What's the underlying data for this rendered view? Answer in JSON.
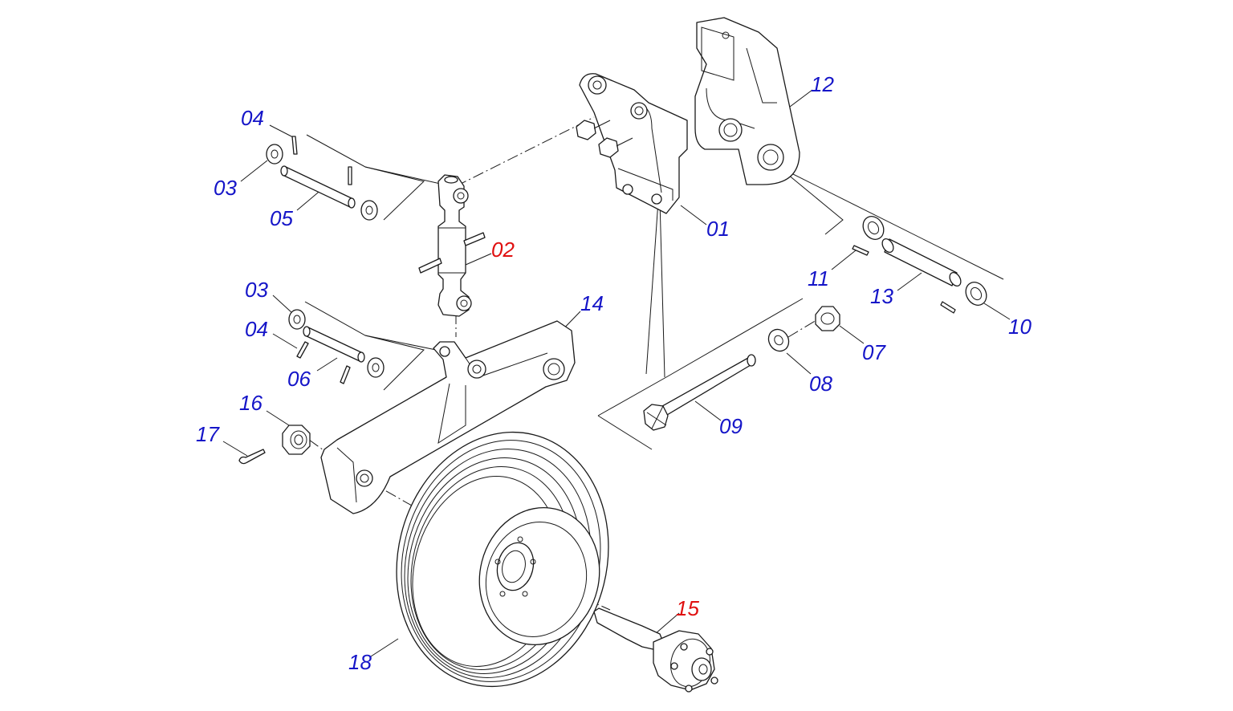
{
  "colors": {
    "normal_label": "#1515c8",
    "highlight_label": "#e01010",
    "line": "#1a1a1a"
  },
  "labels": [
    {
      "id": "04a",
      "text": "04",
      "highlight": false
    },
    {
      "id": "03a",
      "text": "03",
      "highlight": false
    },
    {
      "id": "05",
      "text": "05",
      "highlight": false
    },
    {
      "id": "02",
      "text": "02",
      "highlight": true
    },
    {
      "id": "03b",
      "text": "03",
      "highlight": false
    },
    {
      "id": "04b",
      "text": "04",
      "highlight": false
    },
    {
      "id": "06",
      "text": "06",
      "highlight": false
    },
    {
      "id": "14",
      "text": "14",
      "highlight": false
    },
    {
      "id": "16",
      "text": "16",
      "highlight": false
    },
    {
      "id": "17",
      "text": "17",
      "highlight": false
    },
    {
      "id": "18",
      "text": "18",
      "highlight": false
    },
    {
      "id": "15",
      "text": "15",
      "highlight": true
    },
    {
      "id": "01",
      "text": "01",
      "highlight": false
    },
    {
      "id": "12",
      "text": "12",
      "highlight": false
    },
    {
      "id": "11",
      "text": "11",
      "highlight": false
    },
    {
      "id": "13",
      "text": "13",
      "highlight": false
    },
    {
      "id": "10",
      "text": "10",
      "highlight": false
    },
    {
      "id": "07",
      "text": "07",
      "highlight": false
    },
    {
      "id": "08",
      "text": "08",
      "highlight": false
    },
    {
      "id": "09",
      "text": "09",
      "highlight": false
    }
  ]
}
